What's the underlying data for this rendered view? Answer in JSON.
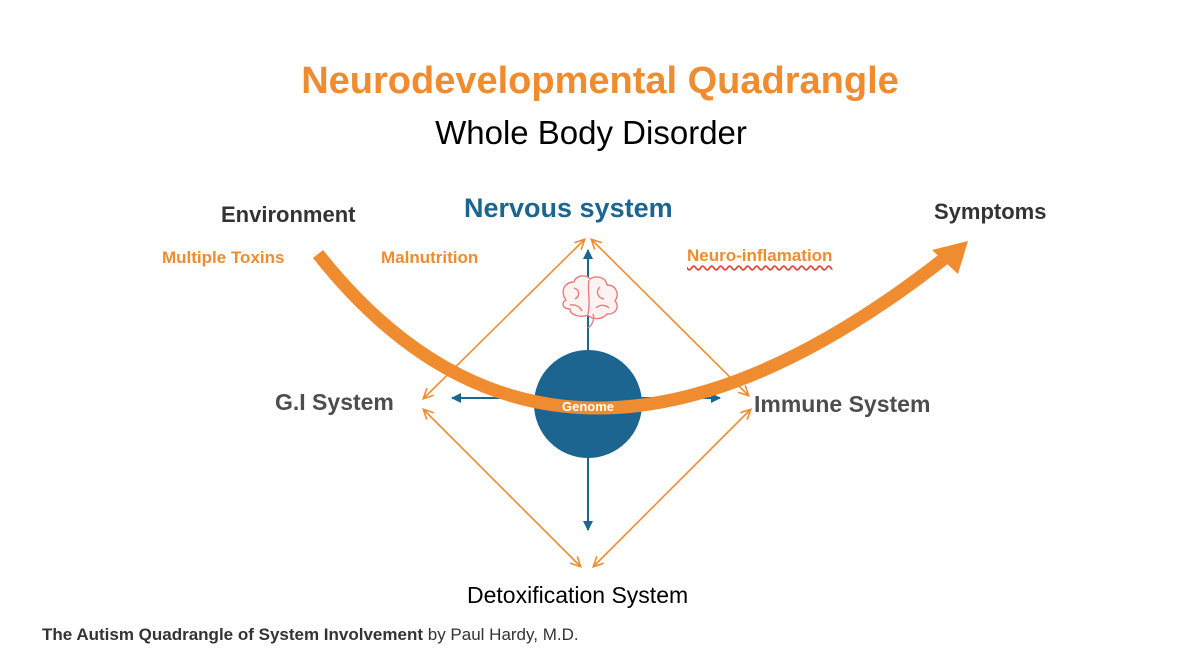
{
  "title": "Neurodevelopmental Quadrangle",
  "subtitle": "Whole Body Disorder",
  "nodes": {
    "environment": "Environment",
    "nervous_system": "Nervous system",
    "symptoms": "Symptoms",
    "gi_system": "G.I System",
    "immune_system": "Immune System",
    "detoxification_system": "Detoxification System",
    "genome": "Genome"
  },
  "factors": {
    "multiple_toxins": "Multiple Toxins",
    "malnutrition": "Malnutrition",
    "neuro_inflammation": "Neuro-inflamation"
  },
  "credit": {
    "work": "The Autism Quadrangle of System Involvement",
    "author": " by Paul Hardy, M.D."
  },
  "colors": {
    "accent_orange": "#f08c30",
    "genome_blue": "#1c6591",
    "brain_outline": "#e77d7d"
  }
}
